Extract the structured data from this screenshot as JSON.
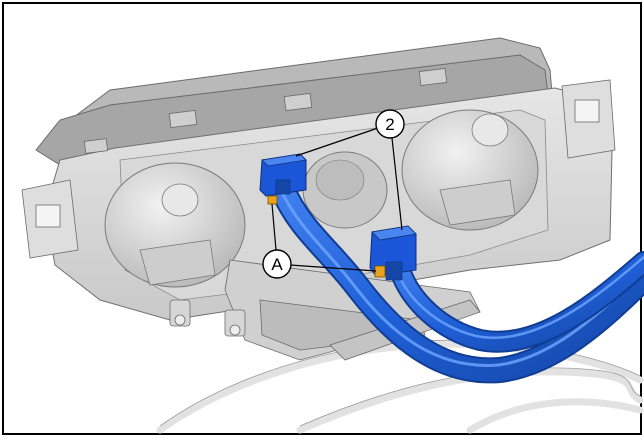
{
  "callouts": {
    "harness_connectors": "2",
    "connector_lock": "A"
  },
  "colors": {
    "housing": "#dcdcdc",
    "housing_shade": "#a9a9a9",
    "harness": "#1f5fd6",
    "harness_light": "#4f8df2",
    "connector": "#1c56d8",
    "latch": "#e8a21c",
    "frame": "#000000"
  },
  "icons": [
    "climate-control-housing",
    "wiring-harness",
    "harness-connector",
    "connector-latch"
  ]
}
